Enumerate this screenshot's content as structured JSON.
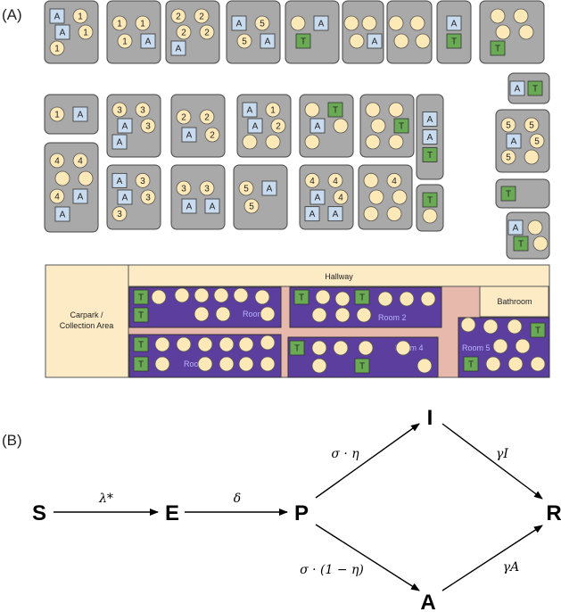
{
  "panels": {
    "a_label": "(A)",
    "b_label": "(B)"
  },
  "colors": {
    "group_bg": "#a9a9a9",
    "person_fill": "#fde9b8",
    "admin_fill": "#c9dcef",
    "teacher_fill": "#6aaa55",
    "room_fill": "#5c3e9e",
    "corridor_fill": "#e7b8ac",
    "hall_fill": "#fdebc6"
  },
  "token_labels": {
    "admin": "A",
    "teacher": "T"
  },
  "groups_row1": [
    {
      "items": [
        "A",
        "1",
        "A",
        "1",
        "1"
      ]
    },
    {
      "items": [
        "1",
        "1",
        "1",
        "A"
      ]
    },
    {
      "items": [
        "2",
        "2",
        "2",
        "2",
        "A"
      ]
    },
    {
      "items": [
        "A",
        "5",
        "5",
        "A"
      ]
    },
    {
      "items": [
        "c",
        "A",
        "T"
      ]
    },
    {
      "items": [
        "c",
        "c",
        "c",
        "A"
      ]
    },
    {
      "items": [
        "c",
        "c",
        "c",
        "c"
      ]
    },
    {
      "items": [
        "A",
        "T"
      ]
    },
    {
      "items": [
        "c",
        "c",
        "c",
        "c",
        "T"
      ]
    }
  ],
  "groups_row2": [
    {
      "items": [
        "1",
        "A"
      ]
    },
    {
      "items": [
        "3",
        "3",
        "A",
        "3",
        "A"
      ]
    },
    {
      "items": [
        "2",
        "2",
        "A",
        "2"
      ]
    },
    {
      "items": [
        "A",
        "1",
        "A",
        "2",
        "c",
        "c"
      ]
    },
    {
      "items": [
        "c",
        "T",
        "A",
        "c",
        "c"
      ]
    },
    {
      "items": [
        "c",
        "c",
        "c",
        "T",
        "c",
        "c"
      ]
    },
    {
      "items": [
        "A",
        "A",
        "T"
      ]
    },
    {
      "items": [
        "A",
        "T"
      ]
    },
    {
      "items": [
        "5",
        "5",
        "A",
        "5",
        "5",
        "c"
      ]
    },
    {
      "items": [
        "T"
      ]
    },
    {
      "items": [
        "A",
        "c",
        "T",
        "c"
      ]
    }
  ],
  "groups_row3": [
    {
      "items": [
        "4",
        "4",
        "c",
        "c",
        "4",
        "A",
        "A"
      ]
    },
    {
      "items": [
        "A",
        "3",
        "A",
        "3",
        "3"
      ]
    },
    {
      "items": [
        "3",
        "3",
        "A",
        "A"
      ]
    },
    {
      "items": [
        "5",
        "A",
        "5"
      ]
    },
    {
      "items": [
        "4",
        "4",
        "A",
        "4",
        "A",
        "A"
      ]
    },
    {
      "items": [
        "c",
        "4",
        "c",
        "c",
        "c",
        "c"
      ]
    },
    {
      "items": [
        "T",
        "c"
      ]
    }
  ],
  "floorplan": {
    "hallway": "Hallway",
    "carpark_line1": "Carpark /",
    "carpark_line2": "Collection Area",
    "bathroom": "Bathroom",
    "rooms": [
      "Room 1",
      "Room 2",
      "Room 3",
      "Room 4",
      "Room 5"
    ]
  },
  "seir": {
    "nodes": {
      "S": "S",
      "E": "E",
      "P": "P",
      "I": "I",
      "A": "A",
      "R": "R"
    },
    "rates": {
      "se": "λ*",
      "ep": "δ",
      "pi": "σ · η",
      "pa": "σ · (1 − η)",
      "ir": "γI",
      "ar": "γA"
    }
  }
}
